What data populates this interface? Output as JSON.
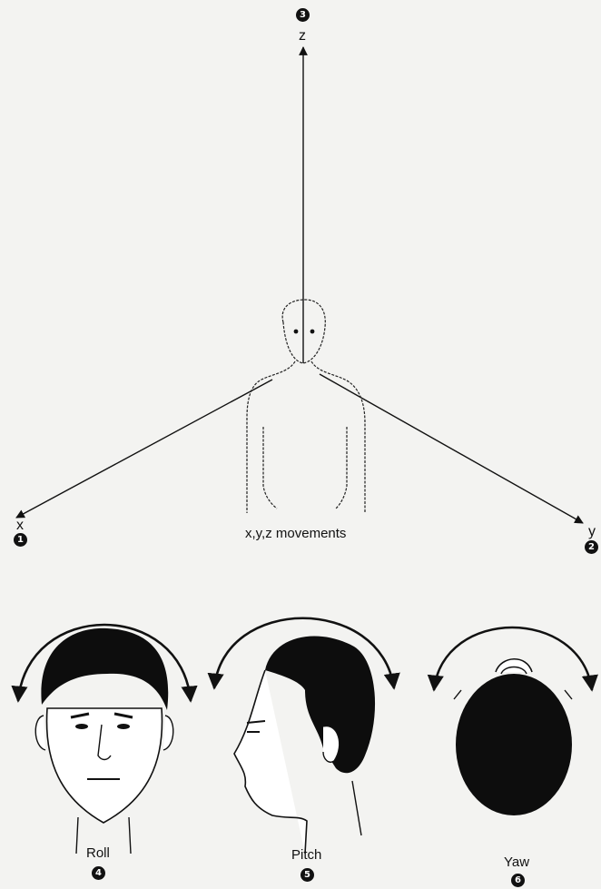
{
  "axes": {
    "x": {
      "label": "x",
      "number": "1"
    },
    "y": {
      "label": "y",
      "number": "2"
    },
    "z": {
      "label": "z",
      "number": "3"
    }
  },
  "caption": "x,y,z movements",
  "movements": [
    {
      "label": "Roll",
      "number": "4"
    },
    {
      "label": "Pitch",
      "number": "5"
    },
    {
      "label": "Yaw",
      "number": "6"
    }
  ],
  "colors": {
    "ink": "#111111",
    "paper": "#f3f3f1",
    "hair": "#0d0d0d"
  }
}
